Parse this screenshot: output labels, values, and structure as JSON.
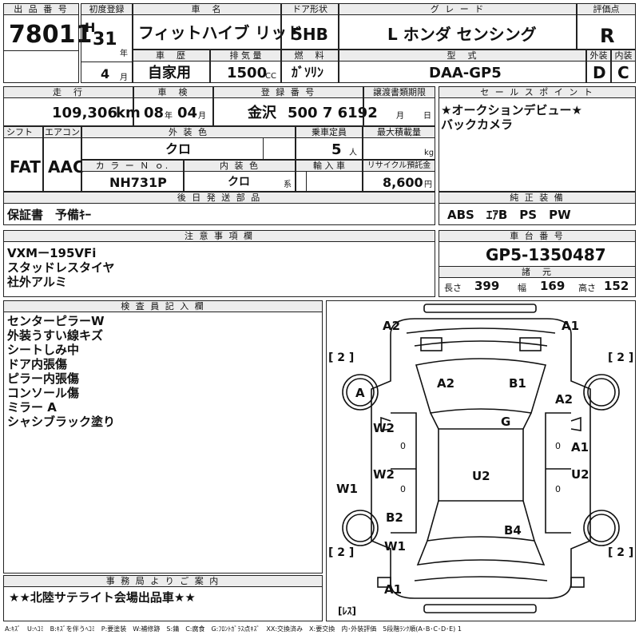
{
  "labels": {
    "lot_no": "出 品 番 号",
    "first_reg": "初度登録",
    "car_name": "車　名",
    "door": "ドア形状",
    "grade": "グ レ ー ド",
    "score": "評価点",
    "history": "車　歴",
    "displacement": "排 気 量",
    "fuel": "燃　料",
    "model_code": "型　式",
    "exterior": "外装",
    "interior": "内装",
    "mileage": "走　行",
    "inspection": "車　検",
    "reg_number": "登 録 番 号",
    "transfer": "譲渡書類期限",
    "sales_points": "セ ー ル ス ポ イ ン ト",
    "shift": "シフト",
    "aircon": "エアコン",
    "ext_color": "外 装 色",
    "capacity": "乗車定員",
    "max_load": "最大積載量",
    "color_no": "カ ラ ー Ｎ ｏ.",
    "int_color": "内 装 色",
    "import": "輸 入 車",
    "recycle": "リサイクル預託金",
    "later_parts": "後 日 発 送 部 品",
    "genuine_equipment": "純 正 装 備",
    "notes": "注 意 事 項 欄",
    "chassis": "車 台 番 号",
    "specs": "諸　元",
    "inspector": "検 査 員 記 入 欄",
    "office": "事 務 局 よ り ご 案 内"
  },
  "lot_no": "78011",
  "era": "H",
  "year": "31",
  "year_unit": "年",
  "month": "4",
  "month_unit": "月",
  "car_name": "フィットハイブ リッド",
  "door": "5HB",
  "grade": "L ホンダ センシング",
  "score": "R",
  "history": "自家用",
  "displacement": "1500",
  "cc": "CC",
  "fuel": "ｶﾞｿﾘﾝ",
  "model_code": "DAA-GP5",
  "exterior_grade": "D",
  "interior_grade": "C",
  "mileage": "109,306",
  "km": "km",
  "insp_year": "08",
  "insp_month": "04",
  "insp_y_unit": "年",
  "insp_m_unit": "月",
  "reg_area": "金沢",
  "reg_number": "500 7 6192",
  "transfer_m": "月",
  "transfer_d": "日",
  "sales_points": [
    "★オークションデビュー★",
    "バックカメラ"
  ],
  "shift": "FAT",
  "aircon": "AAC",
  "ext_color": "クロ",
  "capacity": "5",
  "capacity_unit": "人",
  "kg": "kg",
  "color_no": "NH731P",
  "int_color": "クロ",
  "int_unit": "系",
  "recycle": "8,600",
  "yen": "円",
  "later_parts": "保証書　予備ｷｰ",
  "genuine_equipment": "ABS　ｴｱB　PS　PW",
  "notes": [
    "VXMー195VFi",
    "スタッドレスタイヤ",
    "社外アルミ"
  ],
  "chassis_no": "GP5-1350487",
  "length_label": "長さ",
  "width_label": "幅",
  "height_label": "高さ",
  "length": "399",
  "width": "169",
  "height": "152",
  "inspector_notes": [
    "センターピラーW",
    "外装うすい線キズ",
    "シートしみ中",
    "ドア内張傷",
    "ピラー内張傷",
    "コンソール傷",
    "ミラー A",
    "シャシブラック塗り"
  ],
  "office_note": "★★北陸サテライト会場出品車★★",
  "legend": "A:ｷｽﾞ　U:ﾍｺﾐ　B:ｷｽﾞを伴うﾍｺﾐ　P:要塗装　W:補修跡　S:錆　C:腐食　G:ﾌﾛﾝﾄｶﾞﾗｽ点ｷｽﾞ　XX:交換済み　X:要交換　内･外装評価　5段階ﾗﾝｸ順(A･B･C･D･E) 1",
  "diagram": {
    "marks": [
      "A2",
      "A1",
      "A",
      "A2",
      "B1",
      "A2",
      "G",
      "W2",
      "A1",
      "W2",
      "U2",
      "U2",
      "W1",
      "B2",
      "B4",
      "W1",
      "A1"
    ],
    "tires": [
      "[ 2 ]",
      "[ 2 ]",
      "[ 2 ]",
      "[ 2 ]",
      "[ﾚｽ]"
    ],
    "zeros": [
      "0",
      "0",
      "0",
      "0"
    ]
  }
}
